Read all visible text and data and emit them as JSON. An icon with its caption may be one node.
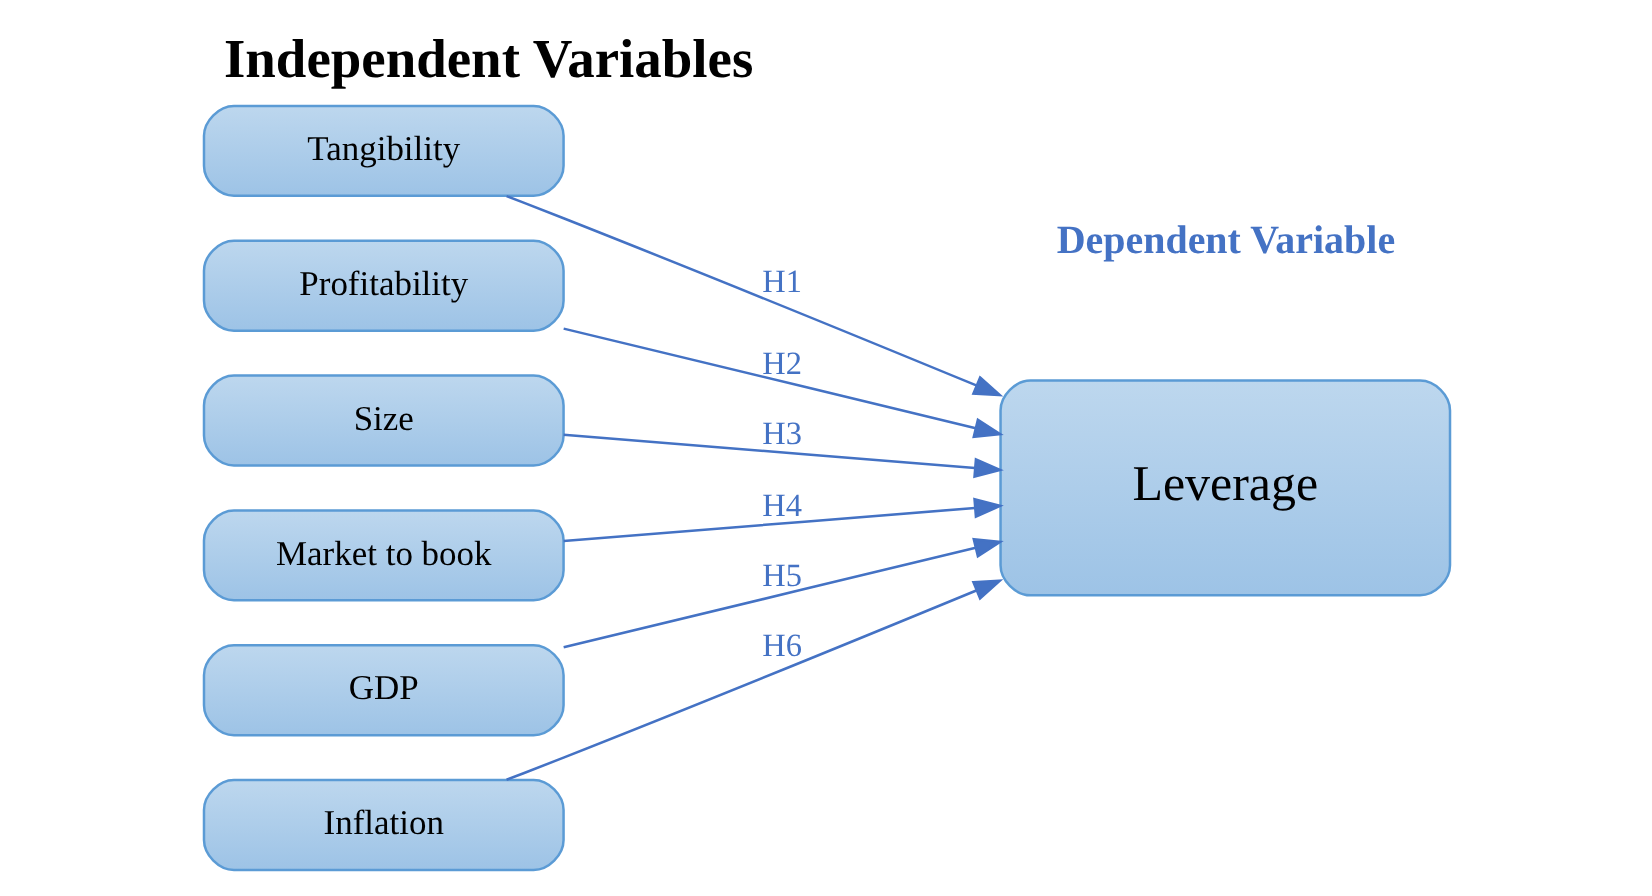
{
  "diagram": {
    "title": "Independent Variables",
    "nodes": [
      {
        "text": [
          "Tangibility"
        ]
      },
      {
        "text": [
          "Profitability"
        ]
      },
      {
        "text": [
          "Size"
        ]
      },
      {
        "text": [
          "Market to book"
        ]
      },
      {
        "text": [
          "GDP"
        ]
      },
      {
        "text": [
          "Inflation"
        ]
      },
      {
        "text": [
          "Leverage"
        ]
      }
    ],
    "edges": [
      {
        "from": 0,
        "to": 6,
        "arrow": "to",
        "label": "H1"
      },
      {
        "from": 1,
        "to": 6,
        "arrow": "to",
        "label": "H2"
      },
      {
        "from": 2,
        "to": 6,
        "arrow": "to",
        "label": "H3"
      },
      {
        "from": 3,
        "to": 6,
        "arrow": "to",
        "label": "H4"
      },
      {
        "from": 4,
        "to": 6,
        "arrow": "to",
        "label": "H5"
      },
      {
        "from": 5,
        "to": 6,
        "arrow": "to",
        "label": "H6"
      }
    ],
    "labels": [
      "Dependent Variable"
    ]
  }
}
